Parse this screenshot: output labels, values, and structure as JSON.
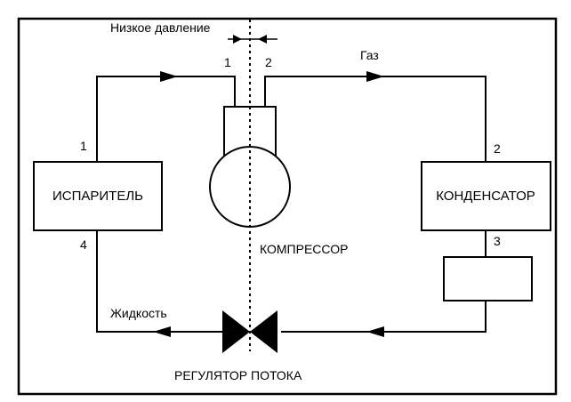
{
  "labels": {
    "low_pressure": "Низкое давление",
    "gas": "Газ",
    "liquid": "Жидкость",
    "compressor": "КОМПРЕССОР",
    "flow_regulator": "РЕГУЛЯТОР ПОТОКА"
  },
  "boxes": {
    "evaporator": "ИСПАРИТЕЛЬ",
    "condenser": "КОНДЕНСАТОР"
  },
  "points": {
    "p1_top": "1",
    "p2_top": "2",
    "p1_left": "1",
    "p4_left": "4",
    "p2_right": "2",
    "p3_right": "3"
  }
}
